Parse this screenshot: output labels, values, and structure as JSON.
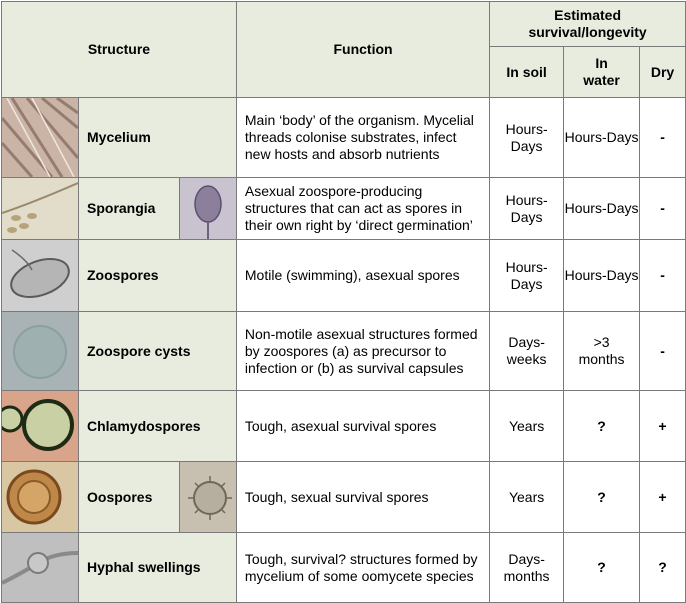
{
  "header": {
    "structure": "Structure",
    "function": "Function",
    "survival": "Estimated survival/longevity",
    "in_soil": "In soil",
    "in_water": "In water",
    "dry": "Dry"
  },
  "rows": [
    {
      "name": "Mycelium",
      "function": "Main ‘body’ of the organism. Mycelial threads colonise substrates, infect new hosts and absorb nutrients",
      "soil": "Hours-Days",
      "water": "Hours-Days",
      "dry": "-"
    },
    {
      "name": "Sporangia",
      "function": "Asexual zoospore-producing structures that can act as spores in their own right by ‘direct germination’",
      "soil": "Hours-Days",
      "water": "Hours-Days",
      "dry": "-"
    },
    {
      "name": "Zoospores",
      "function": "Motile (swimming), asexual spores",
      "soil": "Hours-Days",
      "water": "Hours-Days",
      "dry": "-"
    },
    {
      "name": "Zoospore cysts",
      "function": "Non-motile asexual structures formed by zoospores (a) as precursor to infection or (b) as survival capsules",
      "soil": "Days-weeks",
      "water": ">3 months",
      "dry": "-"
    },
    {
      "name": "Chlamydospores",
      "function": "Tough, asexual survival spores",
      "soil": "Years",
      "water": "?",
      "dry": "+"
    },
    {
      "name": "Oospores",
      "function": "Tough, sexual survival spores",
      "soil": "Years",
      "water": "?",
      "dry": "+"
    },
    {
      "name": "Hyphal swellings",
      "function": "Tough, survival? structures formed by mycelium of some oomycete species",
      "soil": "Days-months",
      "water": "?",
      "dry": "?"
    }
  ]
}
